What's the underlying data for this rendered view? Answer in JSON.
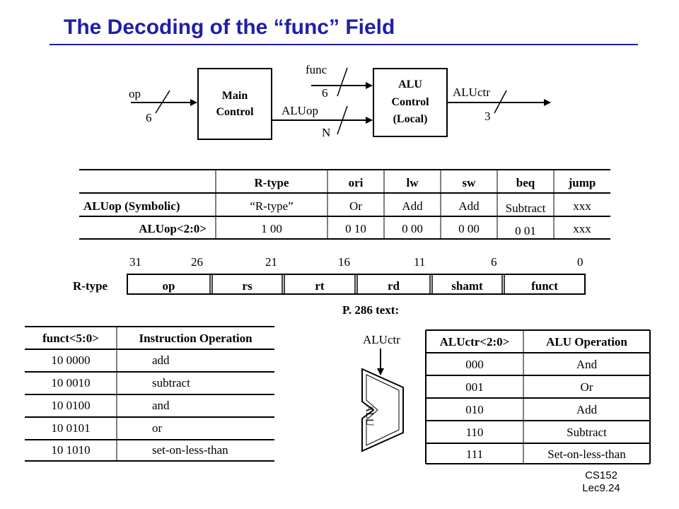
{
  "title": "The Decoding of the “func” Field",
  "block": {
    "op_label": "op",
    "op_width": "6",
    "main_control": [
      "Main",
      "Control"
    ],
    "func_label": "func",
    "func_width": "6",
    "aluop_label": "ALUop",
    "aluop_width": "N",
    "alu_control": [
      "ALU",
      "Control",
      "(Local)"
    ],
    "aluctr_label": "ALUctr",
    "aluctr_width": "3"
  },
  "aluop_table": {
    "header": [
      "R-type",
      "ori",
      "lw",
      "sw",
      "beq",
      "jump"
    ],
    "row_symbolic_label": "ALUop (Symbolic)",
    "row_symbolic": [
      "“R-type”",
      "Or",
      "Add",
      "Add",
      "Subtract",
      "xxx"
    ],
    "row_bits_label": "ALUop<2:0>",
    "row_bits": [
      "1 00",
      "0 10",
      "0 00",
      "0 00",
      "0 01",
      "xxx"
    ]
  },
  "rtype_format": {
    "label": "R-type",
    "bit_positions": [
      "31",
      "26",
      "21",
      "16",
      "11",
      "6",
      "0"
    ],
    "fields": [
      "op",
      "rs",
      "rt",
      "rd",
      "shamt",
      "funct"
    ]
  },
  "funct_table": {
    "header": [
      "funct<5:0>",
      "Instruction Operation"
    ],
    "rows": [
      [
        "10 0000",
        "add"
      ],
      [
        "10 0010",
        "subtract"
      ],
      [
        "10 0100",
        "and"
      ],
      [
        "10 0101",
        "or"
      ],
      [
        "10 1010",
        "set-on-less-than"
      ]
    ]
  },
  "text_ref": "P. 286 text:",
  "alu_symbol": {
    "ctrl_label": "ALUctr",
    "label": "ALU"
  },
  "aluctr_table": {
    "header": [
      "ALUctr<2:0>",
      "ALU Operation"
    ],
    "rows": [
      [
        "000",
        "And"
      ],
      [
        "001",
        "Or"
      ],
      [
        "010",
        "Add"
      ],
      [
        "110",
        "Subtract"
      ],
      [
        "111",
        "Set-on-less-than"
      ]
    ]
  },
  "footer": [
    "CS152",
    "Lec9.24"
  ]
}
